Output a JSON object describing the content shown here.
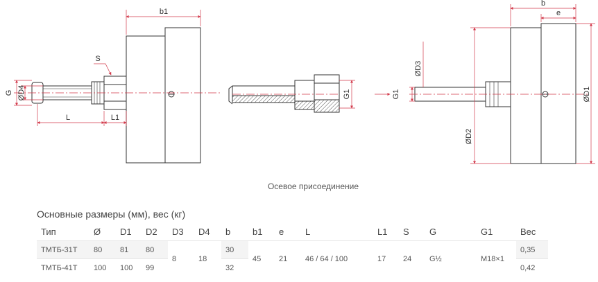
{
  "drawing_labels": {
    "left": {
      "b1": "b1",
      "S": "S",
      "G": "G",
      "D4": "ØD4",
      "L": "L",
      "L1": "L1"
    },
    "middle": {
      "G1": "G1"
    },
    "right": {
      "b": "b",
      "e": "e",
      "D3": "ØD3",
      "G1": "G1",
      "D1": "ØD1",
      "D2": "ØD2"
    }
  },
  "caption": "Осевое присоединение",
  "table": {
    "title": "Основные размеры (мм), вес (кг)",
    "headers": [
      "Тип",
      "Ø",
      "D1",
      "D2",
      "D3",
      "D4",
      "b",
      "b1",
      "e",
      "L",
      "L1",
      "S",
      "G",
      "G1",
      "Вес"
    ],
    "rows": [
      {
        "type": "ТМТБ-31Т",
        "dia": "80",
        "D1": "81",
        "D2": "80",
        "b": "30",
        "weight": "0,35"
      },
      {
        "type": "ТМТБ-41Т",
        "dia": "100",
        "D1": "100",
        "D2": "99",
        "b": "32",
        "weight": "0,42"
      }
    ],
    "shared": {
      "D3": "8",
      "D4": "18",
      "b1": "45",
      "e": "21",
      "L": "46 / 64 / 100",
      "L1": "17",
      "S": "24",
      "G": "G½",
      "G1": "M18×1"
    }
  },
  "colors": {
    "dimension_line": "#d2394a",
    "outline": "#333333",
    "caption": "#555555"
  }
}
